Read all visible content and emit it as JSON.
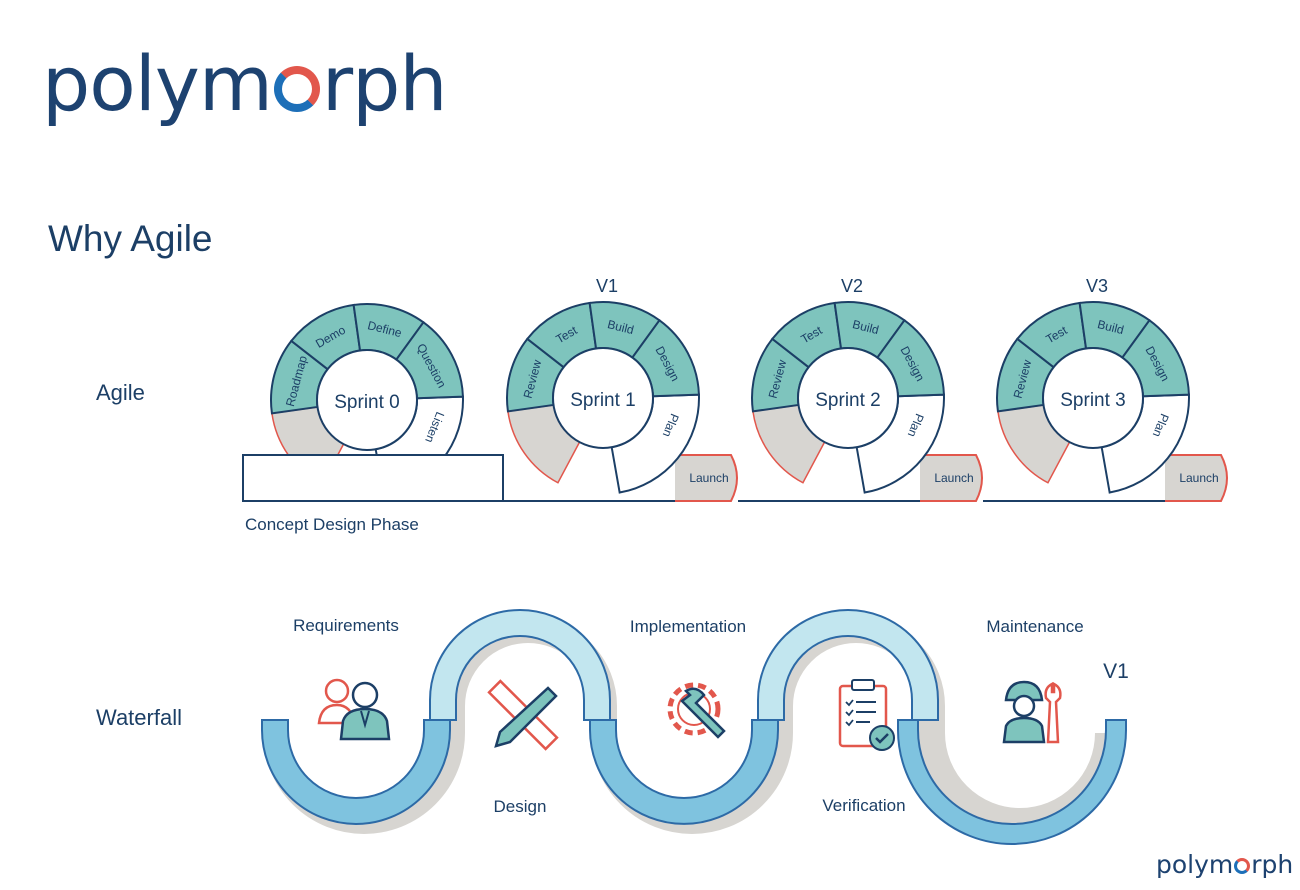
{
  "logo": {
    "before": "polym",
    "after": "rph"
  },
  "logo_small": {
    "before": "polym",
    "after": "rph"
  },
  "title": "Why Agile",
  "agile": {
    "label": "Agile",
    "concept_label": "Concept Design Phase",
    "launch_label": "Launch",
    "sprints": [
      {
        "name": "Sprint 0",
        "version": "",
        "stages": [
          "Roadmap",
          "Demo",
          "Define",
          "Question"
        ],
        "exit": "Listen"
      },
      {
        "name": "Sprint 1",
        "version": "V1",
        "stages": [
          "Review",
          "Test",
          "Build",
          "Design"
        ],
        "exit": "Plan"
      },
      {
        "name": "Sprint 2",
        "version": "V2",
        "stages": [
          "Review",
          "Test",
          "Build",
          "Design"
        ],
        "exit": "Plan"
      },
      {
        "name": "Sprint 3",
        "version": "V3",
        "stages": [
          "Review",
          "Test",
          "Build",
          "Design"
        ],
        "exit": "Plan"
      }
    ]
  },
  "waterfall": {
    "label": "Waterfall",
    "version": "V1",
    "phases": [
      {
        "name": "Requirements",
        "icon": "people-icon"
      },
      {
        "name": "Design",
        "icon": "pencil-ruler-icon"
      },
      {
        "name": "Implementation",
        "icon": "gear-wrench-icon"
      },
      {
        "name": "Verification",
        "icon": "clipboard-check-icon"
      },
      {
        "name": "Maintenance",
        "icon": "engineer-icon"
      }
    ]
  },
  "colors": {
    "navy": "#1c3f66",
    "teal": "#7ec4bd",
    "grey": "#d7d5d1",
    "red": "#e2574c",
    "blue": "#2d6aa6",
    "light_blue": "#c2e6ef",
    "mid_blue": "#7fc3df"
  }
}
